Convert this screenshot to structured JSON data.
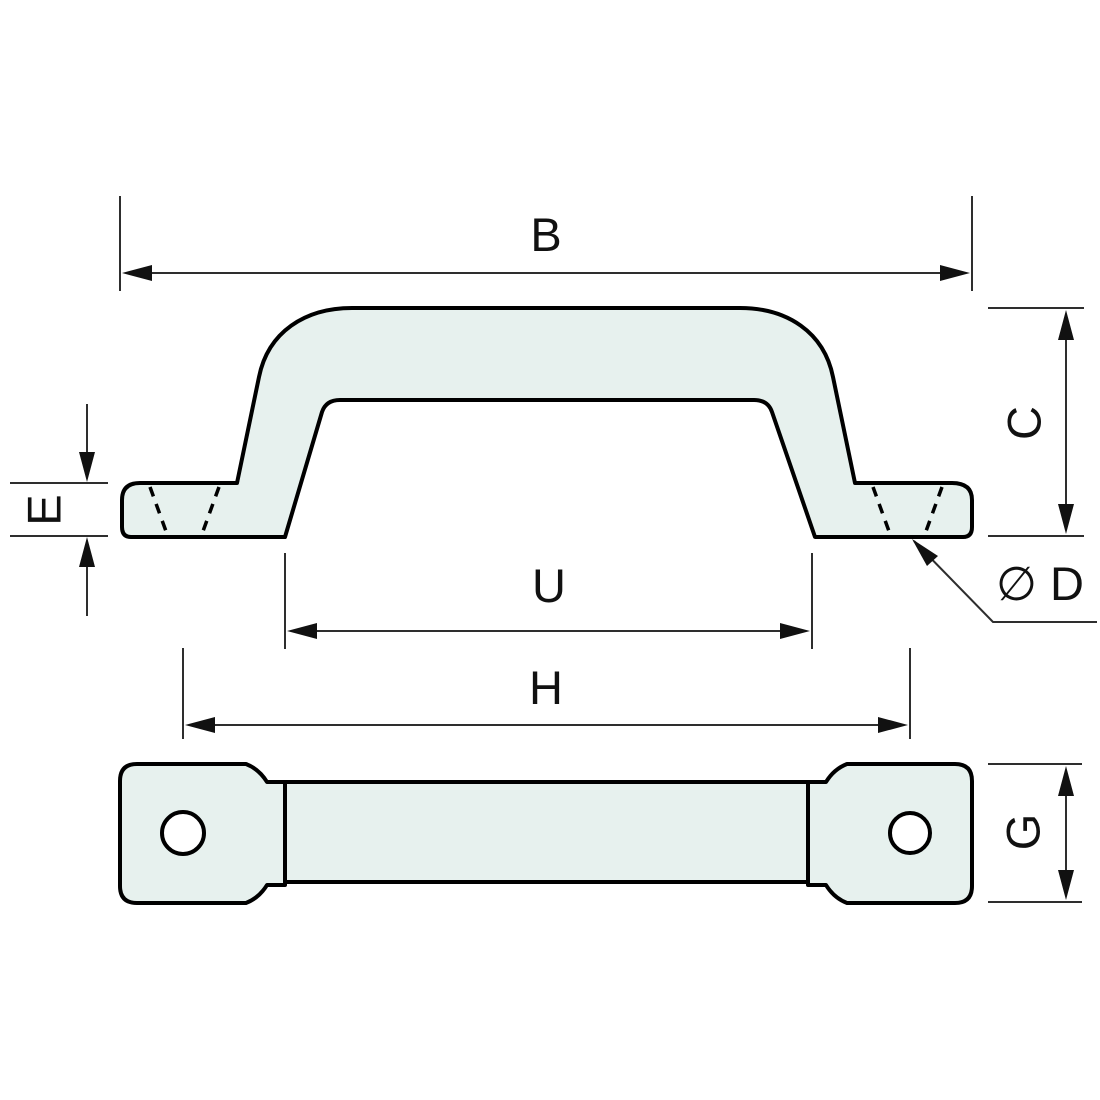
{
  "drawing": {
    "part": "pull-handle",
    "views": {
      "side_view": "side elevation of bridge handle with mounting feet",
      "plan_view": "bottom view of handle with two mounting holes"
    },
    "labels": {
      "B": "B",
      "C": "C",
      "E": "E",
      "U": "U",
      "H": "H",
      "G": "G",
      "D": "∅ D"
    },
    "colors": {
      "part_fill": "#e7f1ee",
      "outline": "#000000",
      "dimension_lines": "#2e2e2e",
      "background": "#ffffff"
    }
  }
}
